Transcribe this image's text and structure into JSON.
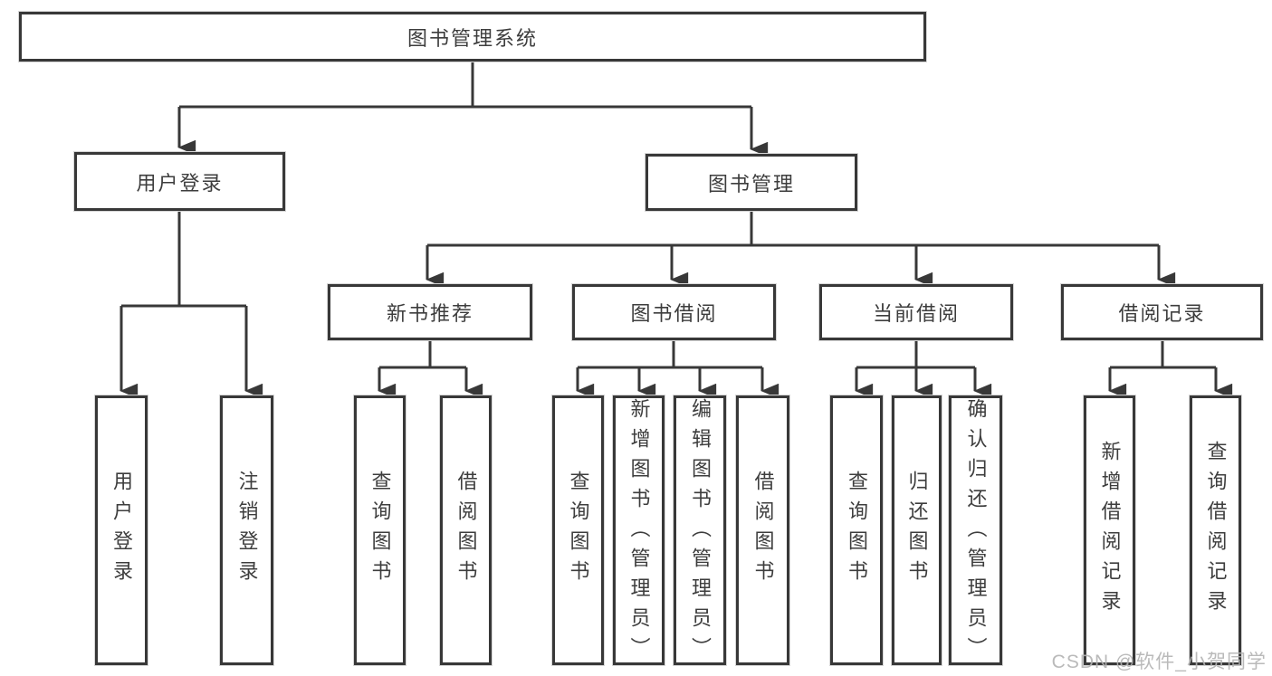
{
  "diagram": {
    "root": {
      "label": "图书管理系统"
    },
    "level2": [
      {
        "label": "用户登录"
      },
      {
        "label": "图书管理"
      }
    ],
    "level3": [
      {
        "label": "新书推荐"
      },
      {
        "label": "图书借阅"
      },
      {
        "label": "当前借阅"
      },
      {
        "label": "借阅记录"
      }
    ],
    "leaves": {
      "user_login": [
        {
          "label": "用户登录"
        },
        {
          "label": "注销登录"
        }
      ],
      "new_book": [
        {
          "label": "查询图书"
        },
        {
          "label": "借阅图书"
        }
      ],
      "book_borrow": [
        {
          "label": "查询图书"
        },
        {
          "label": "新增图书（管理员）"
        },
        {
          "label": "编辑图书（管理员）"
        },
        {
          "label": "借阅图书"
        }
      ],
      "current_borrow": [
        {
          "label": "查询图书"
        },
        {
          "label": "归还图书"
        },
        {
          "label": "确认归还（管理员）"
        }
      ],
      "borrow_records": [
        {
          "label": "新增借阅记录"
        },
        {
          "label": "查询借阅记录"
        }
      ]
    },
    "colors": {
      "line": "#383838",
      "text": "#3d3d3d",
      "watermark": "#b2b2b2"
    }
  },
  "watermark": {
    "text": "CSDN @软件_小贺同学"
  }
}
